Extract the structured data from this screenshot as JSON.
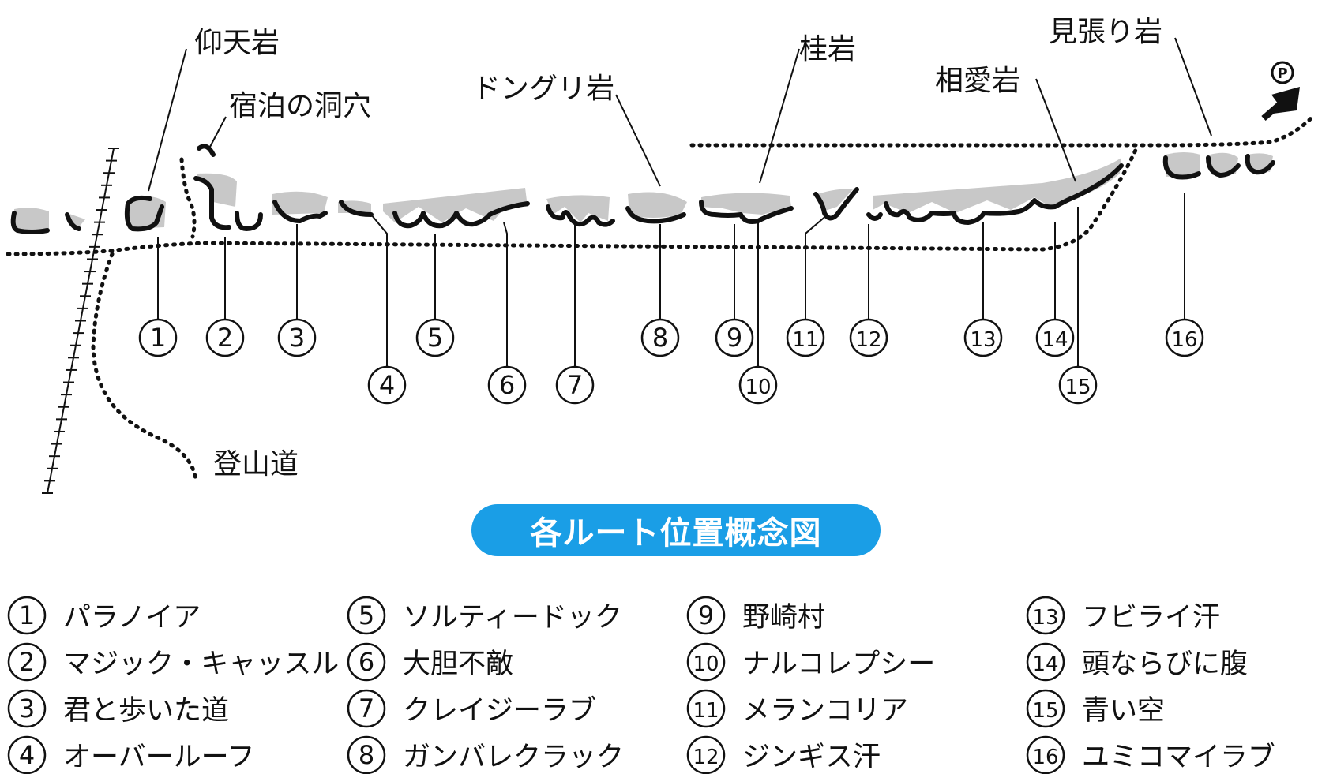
{
  "colors": {
    "accent": "#1a9ee6",
    "rock": "#c8c8c8",
    "ink": "#111111"
  },
  "diagram": {
    "labels": {
      "gyoten": "仰天岩",
      "shukuhaku": "宿泊の洞穴",
      "donguri": "ドングリ岩",
      "katsura": "桂岩",
      "miharashi": "見張り岩",
      "soai": "相愛岩",
      "tozando": "登山道",
      "parking": "P"
    },
    "route_numbers": [
      "1",
      "2",
      "3",
      "4",
      "5",
      "6",
      "7",
      "8",
      "9",
      "10",
      "11",
      "12",
      "13",
      "14",
      "15",
      "16"
    ]
  },
  "title": "各ルート位置概念図",
  "legend": {
    "columns": [
      [
        {
          "num": "1",
          "name": "パラノイア"
        },
        {
          "num": "2",
          "name": "マジック・キャッスル"
        },
        {
          "num": "3",
          "name": "君と歩いた道"
        },
        {
          "num": "4",
          "name": "オーバールーフ"
        }
      ],
      [
        {
          "num": "5",
          "name": "ソルティードック"
        },
        {
          "num": "6",
          "name": "大胆不敵"
        },
        {
          "num": "7",
          "name": "クレイジーラブ"
        },
        {
          "num": "8",
          "name": "ガンバレクラック"
        }
      ],
      [
        {
          "num": "9",
          "name": "野崎村"
        },
        {
          "num": "10",
          "name": "ナルコレプシー"
        },
        {
          "num": "11",
          "name": "メランコリア"
        },
        {
          "num": "12",
          "name": "ジンギス汗"
        }
      ],
      [
        {
          "num": "13",
          "name": "フビライ汗"
        },
        {
          "num": "14",
          "name": "頭ならびに腹"
        },
        {
          "num": "15",
          "name": "青い空"
        },
        {
          "num": "16",
          "name": "ユミコマイラブ"
        }
      ]
    ]
  }
}
